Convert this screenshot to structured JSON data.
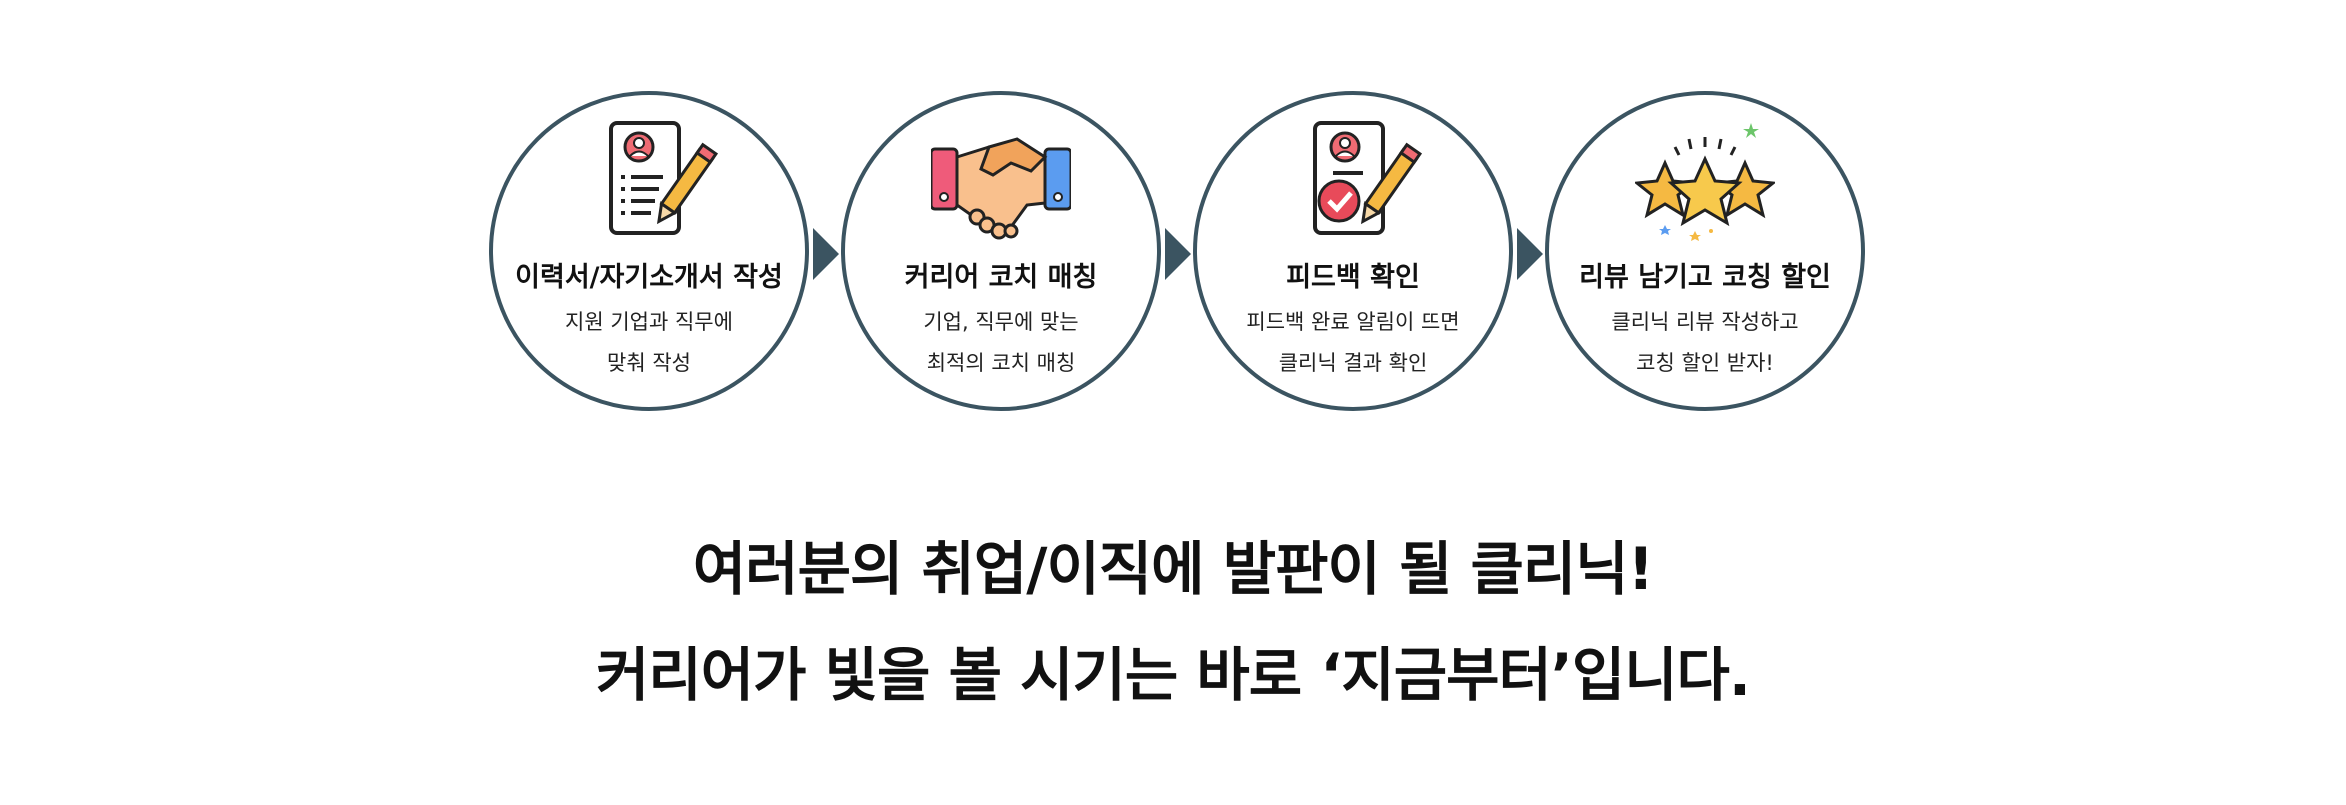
{
  "colors": {
    "circle_border": "#3b5461",
    "arrow": "#3b5461",
    "text": "#111111"
  },
  "steps": [
    {
      "icon": "resume-pencil-icon",
      "title": "이력서/자기소개서 작성",
      "desc_line1": "지원 기업과 직무에",
      "desc_line2": "맞춰 작성"
    },
    {
      "icon": "handshake-icon",
      "title": "커리어 코치 매칭",
      "desc_line1": "기업, 직무에 맞는",
      "desc_line2": "최적의 코치 매칭"
    },
    {
      "icon": "document-check-icon",
      "title": "피드백 확인",
      "desc_line1": "피드백 완료 알림이 뜨면",
      "desc_line2": "클리닉 결과 확인"
    },
    {
      "icon": "stars-icon",
      "title": "리뷰 남기고 코칭 할인",
      "desc_line1": "클리닉 리뷰 작성하고",
      "desc_line2": "코칭 할인 받자!"
    }
  ],
  "headline": {
    "line1": "여러분의 취업/이직에 발판이 될 클리닉!",
    "line2": "커리어가 빛을 볼 시기는 바로 ‘지금부터’입니다."
  }
}
